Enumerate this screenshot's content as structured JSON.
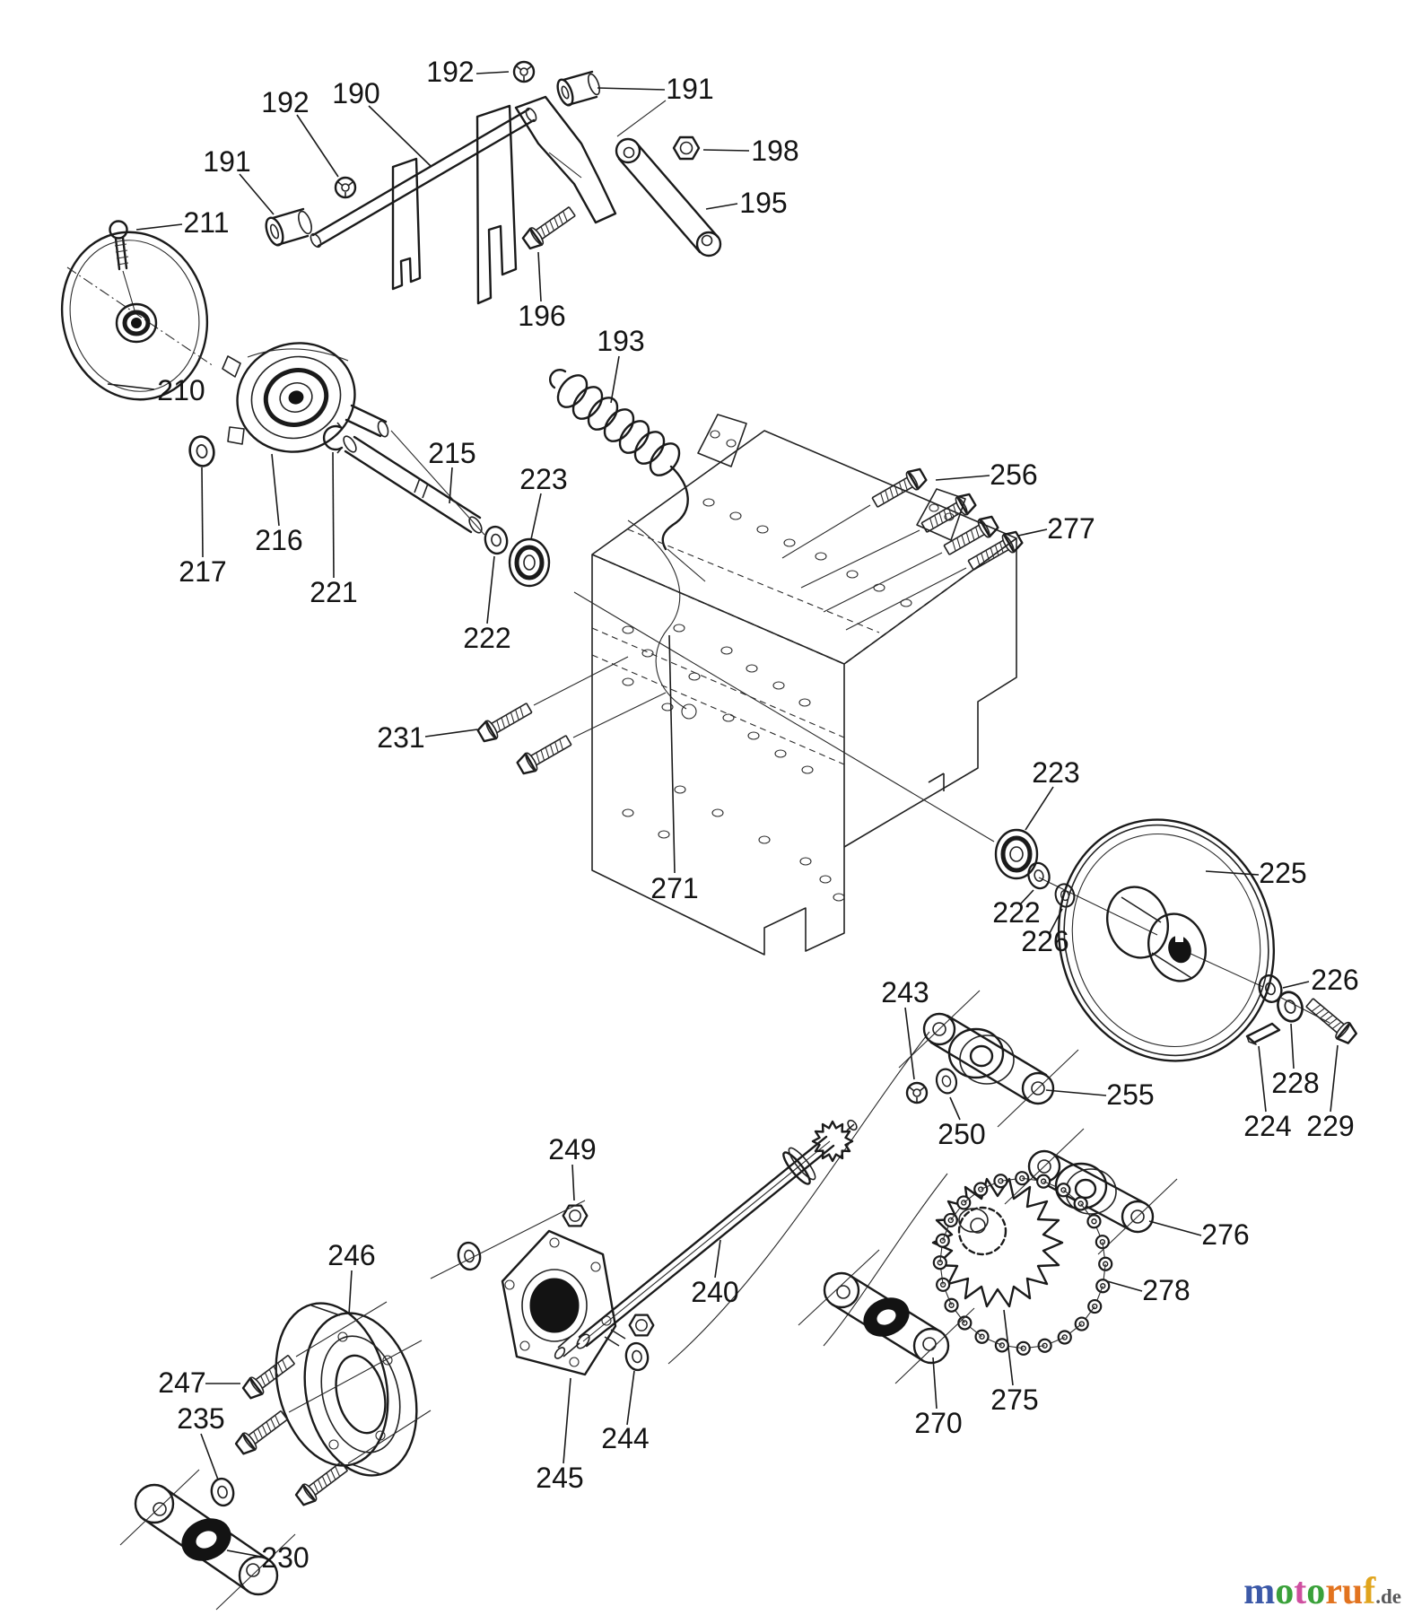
{
  "diagram": {
    "type": "exploded-parts-diagram",
    "background_color": "#ffffff",
    "line_color": "#1a1a1a",
    "callouts": [
      {
        "id": "192-a",
        "text": "192"
      },
      {
        "id": "191-a",
        "text": "191"
      },
      {
        "id": "190",
        "text": "190"
      },
      {
        "id": "192-b",
        "text": "192"
      },
      {
        "id": "198",
        "text": "198"
      },
      {
        "id": "191-b",
        "text": "191"
      },
      {
        "id": "195",
        "text": "195"
      },
      {
        "id": "211",
        "text": "211"
      },
      {
        "id": "196",
        "text": "196"
      },
      {
        "id": "193",
        "text": "193"
      },
      {
        "id": "210",
        "text": "210"
      },
      {
        "id": "215",
        "text": "215"
      },
      {
        "id": "223-a",
        "text": "223"
      },
      {
        "id": "216",
        "text": "216"
      },
      {
        "id": "256",
        "text": "256"
      },
      {
        "id": "277",
        "text": "277"
      },
      {
        "id": "217",
        "text": "217"
      },
      {
        "id": "221",
        "text": "221"
      },
      {
        "id": "222-a",
        "text": "222"
      },
      {
        "id": "231",
        "text": "231"
      },
      {
        "id": "271",
        "text": "271"
      },
      {
        "id": "223-b",
        "text": "223"
      },
      {
        "id": "222-b",
        "text": "222"
      },
      {
        "id": "226-a",
        "text": "226"
      },
      {
        "id": "225",
        "text": "225"
      },
      {
        "id": "226-b",
        "text": "226"
      },
      {
        "id": "243",
        "text": "243"
      },
      {
        "id": "255",
        "text": "255"
      },
      {
        "id": "228",
        "text": "228"
      },
      {
        "id": "250",
        "text": "250"
      },
      {
        "id": "224",
        "text": "224"
      },
      {
        "id": "229",
        "text": "229"
      },
      {
        "id": "249",
        "text": "249"
      },
      {
        "id": "276",
        "text": "276"
      },
      {
        "id": "246",
        "text": "246"
      },
      {
        "id": "240",
        "text": "240"
      },
      {
        "id": "278",
        "text": "278"
      },
      {
        "id": "247",
        "text": "247"
      },
      {
        "id": "235",
        "text": "235"
      },
      {
        "id": "270",
        "text": "270"
      },
      {
        "id": "275",
        "text": "275"
      },
      {
        "id": "244",
        "text": "244"
      },
      {
        "id": "245",
        "text": "245"
      },
      {
        "id": "230",
        "text": "230"
      }
    ]
  },
  "watermark": {
    "letters": [
      {
        "ch": "m",
        "color": "#3c59a8"
      },
      {
        "ch": "o",
        "color": "#3aa13a"
      },
      {
        "ch": "t",
        "color": "#cf4fa0"
      },
      {
        "ch": "o",
        "color": "#3aa13a"
      },
      {
        "ch": "r",
        "color": "#e2731f"
      },
      {
        "ch": "u",
        "color": "#e2731f"
      },
      {
        "ch": "f",
        "color": "#e0a41c"
      }
    ],
    "suffix": {
      "text": ".de",
      "color": "#58585a"
    }
  }
}
